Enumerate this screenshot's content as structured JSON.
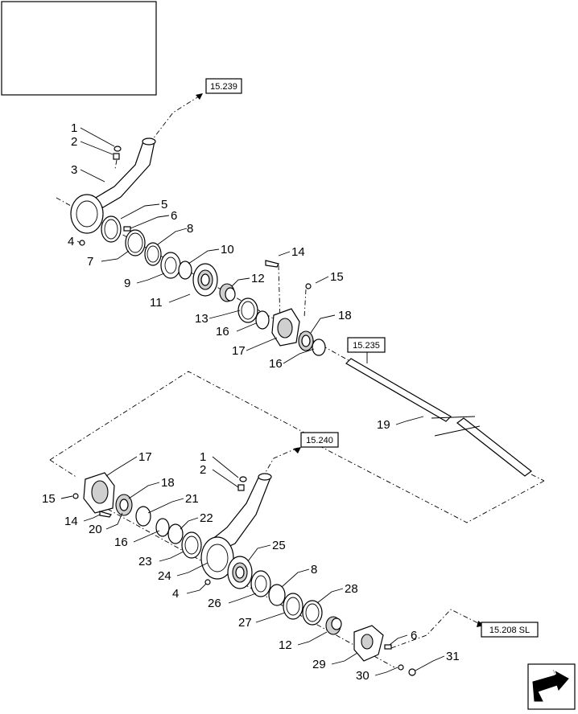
{
  "refs": {
    "r239": "15.239",
    "r235": "15.235",
    "r240": "15.240",
    "r208": "15.208 SL"
  },
  "labels": {
    "l1a": "1",
    "l2a": "2",
    "l3": "3",
    "l4a": "4",
    "l5": "5",
    "l6a": "6",
    "l7": "7",
    "l8a": "8",
    "l9": "9",
    "l10": "10",
    "l11": "11",
    "l12a": "12",
    "l13": "13",
    "l14a": "14",
    "l15a": "15",
    "l16a": "16",
    "l16b": "16",
    "l17a": "17",
    "l18a": "18",
    "l19": "19",
    "l17b": "17",
    "l1b": "1",
    "l2b": "2",
    "l18b": "18",
    "l15b": "15",
    "l21": "21",
    "l14b": "14",
    "l20": "20",
    "l22": "22",
    "l16c": "16",
    "l23": "23",
    "l25": "25",
    "l24": "24",
    "l4b": "4",
    "l8b": "8",
    "l26": "26",
    "l28": "28",
    "l27": "27",
    "l6b": "6",
    "l12b": "12",
    "l29": "29",
    "l31": "31",
    "l30": "30"
  },
  "nav_icon": "next-page-arrow-icon"
}
